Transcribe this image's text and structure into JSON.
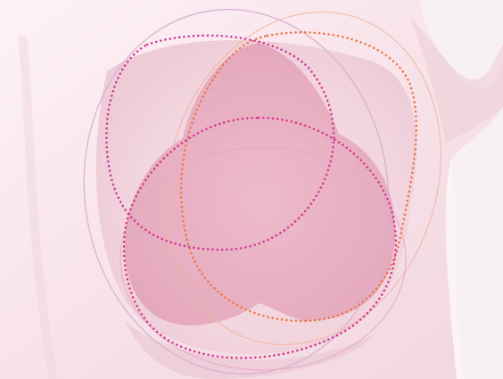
{
  "scene": {
    "kind": "anatomical-illustration",
    "subject": "torso-with-overlapping-region-outlines",
    "colors": {
      "skin_light": "#fbeff2",
      "skin_mid": "#f3dbe2",
      "skin_shadow": "#e8c2cf",
      "background_right": "#f7f3f2",
      "overlap_fill": "#e7a3b8",
      "magenta_dotted": "#d13d9a",
      "orange_dotted": "#ea7a4c",
      "faint_outline": "#d7a7cf"
    },
    "icons": [
      "torso-silhouette",
      "three-lobe-overlap-shape",
      "dotted-outline-ovals"
    ]
  }
}
